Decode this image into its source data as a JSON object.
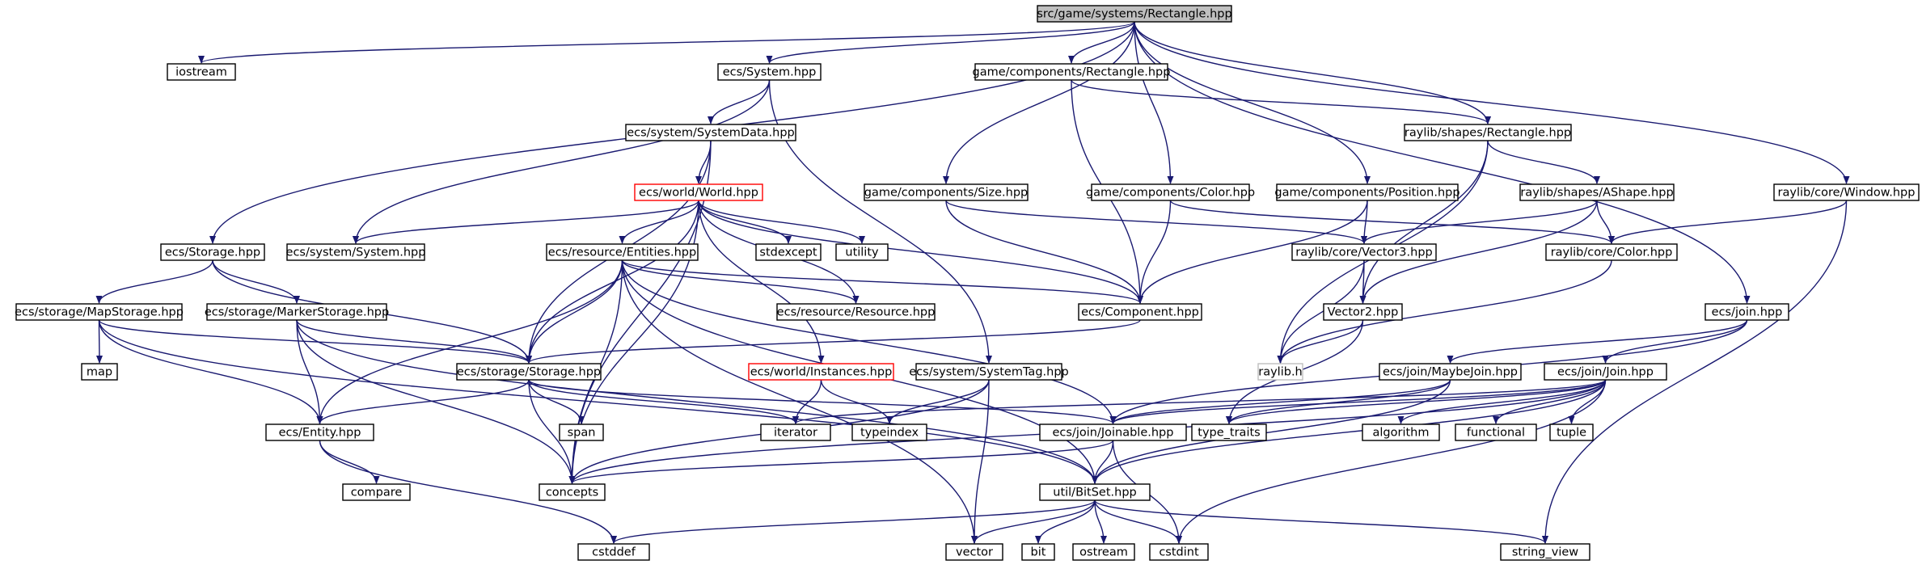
{
  "title": "src/game/systems/Rectangle.hpp",
  "colors": {
    "edge": "#191970",
    "node_border": "#000000",
    "root_fill": "#bfbfbf",
    "missing_border": "#ff0000",
    "system_header_border": "#bfbfbf"
  },
  "nodes": {
    "root": "src/game/systems/Rectangle.hpp",
    "iostream": "iostream",
    "ecs_system": "ecs/System.hpp",
    "gc_rectangle": "game/components/Rectangle.hpp",
    "rl_rectangle": "raylib/shapes/Rectangle.hpp",
    "rl_window": "raylib/core/Window.hpp",
    "ecs_systemdata": "ecs/system/SystemData.hpp",
    "ecs_world": "ecs/world/World.hpp",
    "gc_size": "game/components/Size.hpp",
    "gc_color": "game/components/Color.hpp",
    "gc_position": "game/components/Position.hpp",
    "rl_ashape": "raylib/shapes/AShape.hpp",
    "ecs_storage": "ecs/Storage.hpp",
    "ecs_system_system": "ecs/system/System.hpp",
    "ecs_entities": "ecs/resource/Entities.hpp",
    "stdexcept": "stdexcept",
    "utility": "utility",
    "rl_vector3": "raylib/core/Vector3.hpp",
    "rl_color": "raylib/core/Color.hpp",
    "ecs_mapstorage": "ecs/storage/MapStorage.hpp",
    "ecs_markerstorage": "ecs/storage/MarkerStorage.hpp",
    "ecs_resource": "ecs/resource/Resource.hpp",
    "ecs_component": "ecs/Component.hpp",
    "vector2": "Vector2.hpp",
    "ecs_join": "ecs/join.hpp",
    "map": "map",
    "ecs_storage_storage": "ecs/storage/Storage.hpp",
    "ecs_instances": "ecs/world/Instances.hpp",
    "ecs_systemtag": "ecs/system/SystemTag.hpp",
    "raylib_h": "raylib.h",
    "ecs_maybejoin": "ecs/join/MaybeJoin.hpp",
    "ecs_join_join": "ecs/join/Join.hpp",
    "ecs_entity": "ecs/Entity.hpp",
    "span": "span",
    "iterator": "iterator",
    "typeindex": "typeindex",
    "ecs_joinable": "ecs/join/Joinable.hpp",
    "type_traits": "type_traits",
    "algorithm": "algorithm",
    "functional": "functional",
    "tuple": "tuple",
    "compare": "compare",
    "concepts": "concepts",
    "util_bitset": "util/BitSet.hpp",
    "cstddef": "cstddef",
    "vector": "vector",
    "bit": "bit",
    "ostream": "ostream",
    "cstdint": "cstdint",
    "string_view": "string_view"
  }
}
